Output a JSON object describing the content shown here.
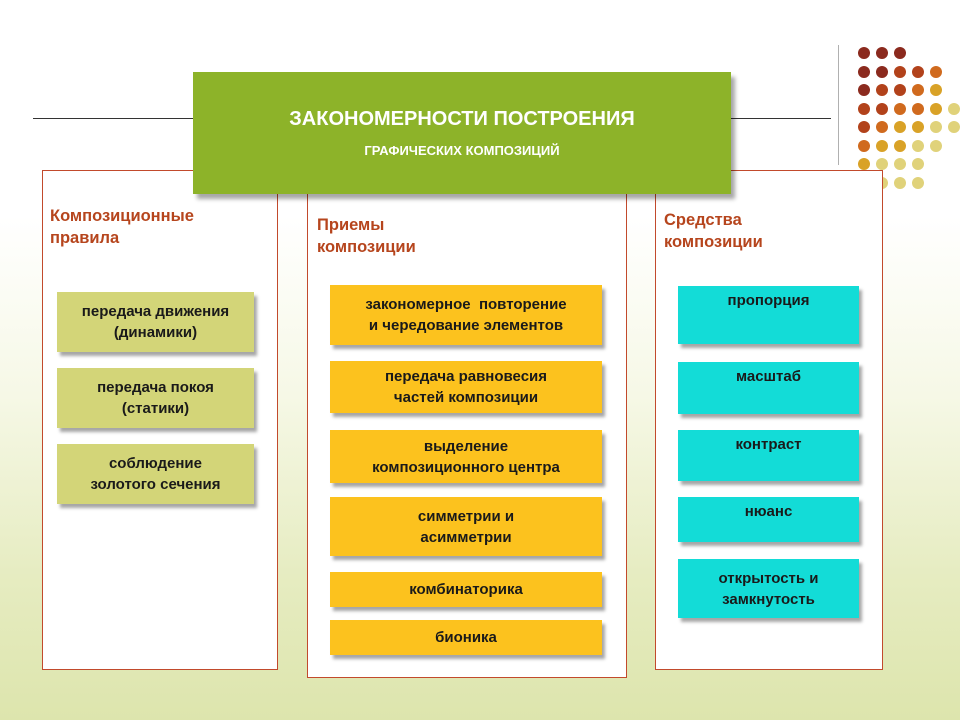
{
  "title": {
    "main": "ЗАКОНОМЕРНОСТИ ПОСТРОЕНИЯ",
    "sub": "ГРАФИЧЕСКИХ КОМПОЗИЦИЙ"
  },
  "columns": [
    {
      "heading": [
        "Композиционные",
        "правила"
      ],
      "color": "#d3d578",
      "items": [
        [
          "передача движения",
          "(динамики)"
        ],
        [
          "передача покоя",
          "(статики)"
        ],
        [
          "соблюдение",
          "золотого сечения"
        ]
      ]
    },
    {
      "heading": [
        "Приемы",
        "композиции"
      ],
      "color": "#fcc21e",
      "items": [
        [
          "закономерное  повторение",
          "и чередование элементов"
        ],
        [
          "передача равновесия",
          "частей композиции"
        ],
        [
          "выделение",
          "композиционного центра"
        ],
        [
          "симметрии и",
          "асимметрии"
        ],
        [
          "комбинаторика"
        ],
        [
          "бионика"
        ]
      ]
    },
    {
      "heading": [
        "Средства",
        "композиции"
      ],
      "color": "#13dcd7",
      "items": [
        [
          "пропорция"
        ],
        [
          "масштаб"
        ],
        [
          "контраст"
        ],
        [
          "нюанс"
        ],
        [
          "открытость и",
          "замкнутость"
        ]
      ]
    }
  ],
  "colors": {
    "title_bg": "#8db329",
    "heading_text": "#b6451d",
    "column_border": "#c24a2c",
    "dot_palette": [
      "#8b2a1e",
      "#b2421b",
      "#d06a1e",
      "#d9a227",
      "#e0d27a"
    ]
  }
}
